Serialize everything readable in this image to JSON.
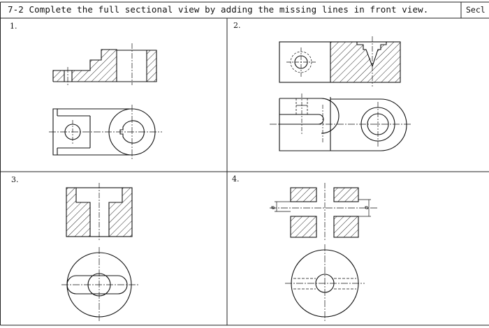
{
  "header": {
    "title": "7-2 Complete the full sectional view by adding the missing lines in front view.",
    "section_cell": "Secl"
  },
  "problems": [
    {
      "number": "1."
    },
    {
      "number": "2."
    },
    {
      "number": "3."
    },
    {
      "number": "4."
    }
  ],
  "dimensions": {
    "diameter_symbol_left": "ø",
    "diameter_symbol_right": "ø"
  },
  "colors": {
    "line": "#111111",
    "background": "#ffffff"
  }
}
